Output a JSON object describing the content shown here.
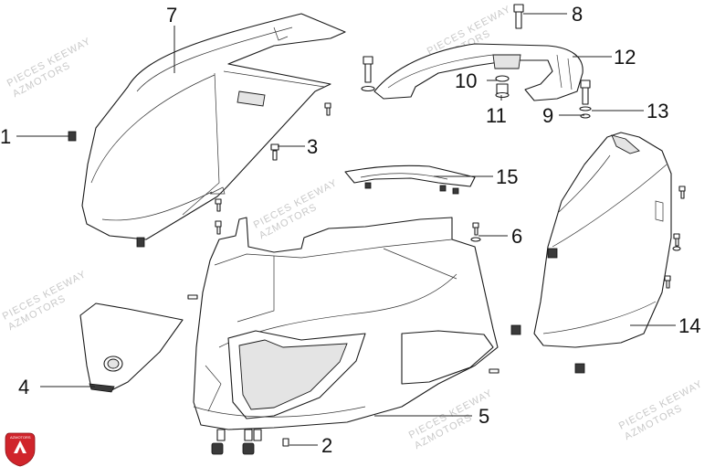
{
  "callouts": {
    "c1": "1",
    "c2": "2",
    "c3": "3",
    "c4": "4",
    "c5": "5",
    "c6": "6",
    "c7": "7",
    "c8": "8",
    "c9": "9",
    "c10": "10",
    "c11": "11",
    "c12": "12",
    "c13": "13",
    "c14": "14",
    "c15": "15"
  },
  "watermark": {
    "line1": "PIECES KEEWAY",
    "line2": "AZMOTORS"
  },
  "logo": {
    "text": "AZMOTORS",
    "color": "#d0242b"
  },
  "colors": {
    "line": "#1a1a1a",
    "background": "#ffffff"
  }
}
